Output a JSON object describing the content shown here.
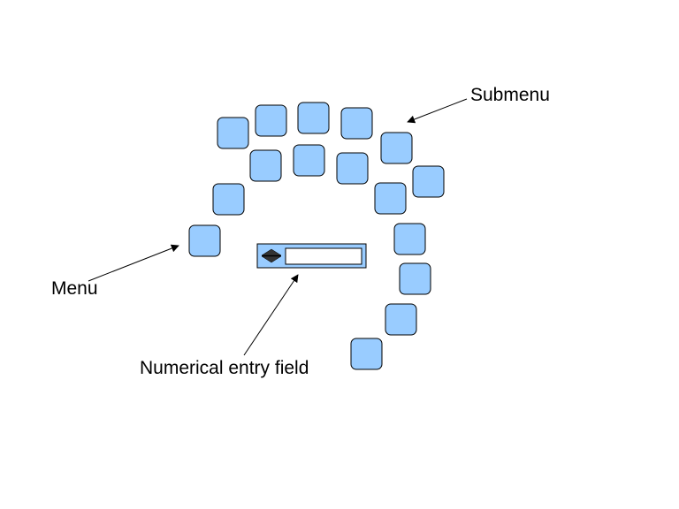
{
  "labels": {
    "submenu": "Submenu",
    "menu": "Menu",
    "numeric_field": "Numerical entry field"
  },
  "colors": {
    "button_fill": "#99ccff",
    "button_stroke": "#000000",
    "field_frame": "#99ccff",
    "field_input": "#ffffff",
    "spinner_icon": "#333333",
    "arrow": "#000000",
    "background": "#ffffff"
  },
  "icons": {
    "spinner": "up-down-spinner-icon",
    "arrowhead": "filled-triangle-arrowhead"
  },
  "menu_buttons_count": 6,
  "submenu_buttons_count": 10,
  "numeric_field": {
    "value": ""
  }
}
